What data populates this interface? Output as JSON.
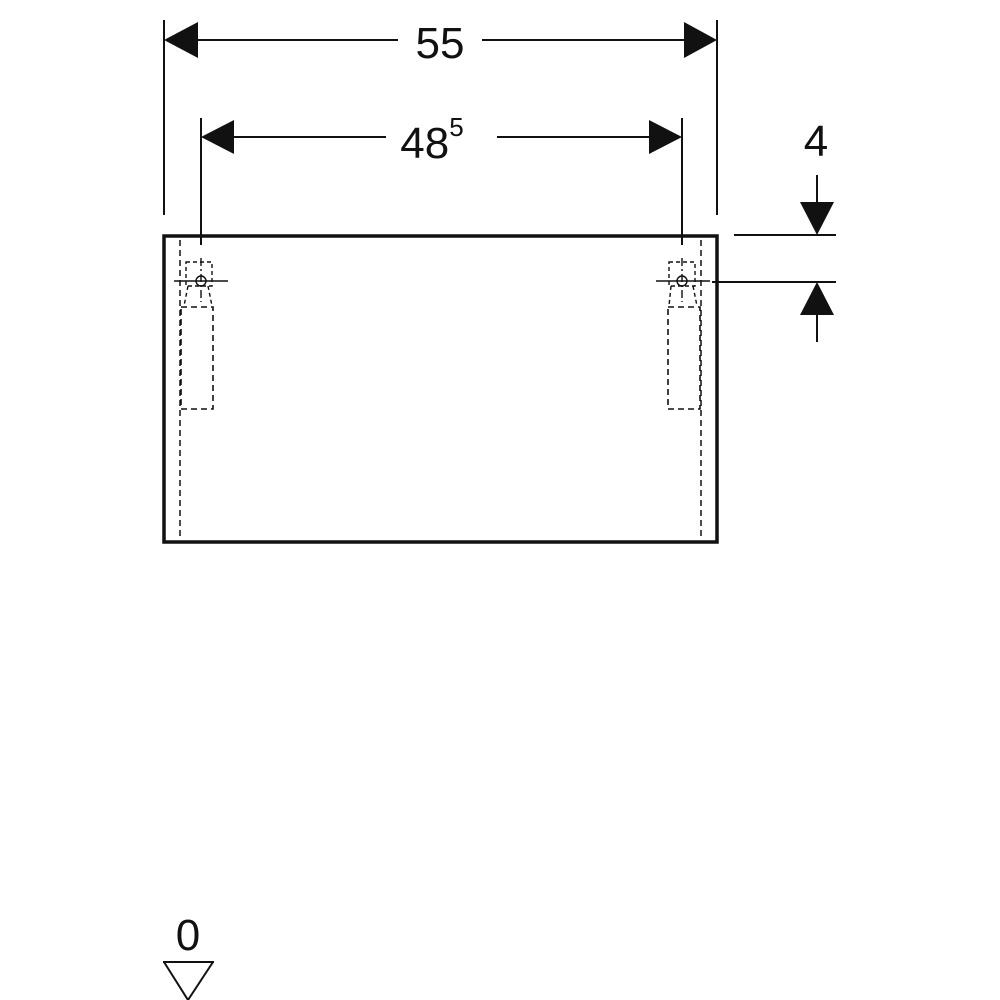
{
  "dimensions": {
    "overall_width": "55",
    "hanger_spacing": {
      "base": "48",
      "superscript": "5"
    },
    "hanger_offset": "4",
    "floor_reference": "0"
  },
  "colors": {
    "line": "#111111",
    "background": "#ffffff"
  }
}
